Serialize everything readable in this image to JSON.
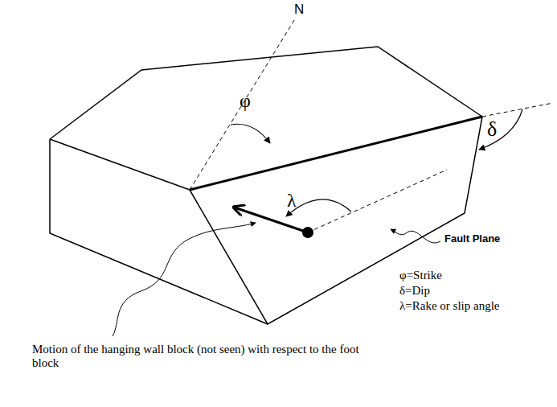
{
  "diagram": {
    "labels": [
      "N",
      "φ",
      "δ",
      "λ",
      "Fault Plane",
      "φ=Strike",
      "δ=Dip",
      "λ=Rake or slip angle",
      "Motion of the hanging wall block (not seen) with respect to the foot block"
    ]
  }
}
